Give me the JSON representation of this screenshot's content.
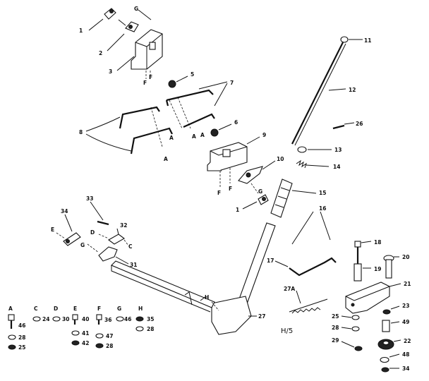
{
  "labels": {
    "n1a": "1",
    "g1": "G",
    "n2": "2",
    "n3": "3",
    "f1": "F",
    "f2": "F",
    "n5": "5",
    "n7": "7",
    "n8": "8",
    "a1": "A",
    "a2": "A",
    "a3": "A",
    "a4": "A",
    "n6": "6",
    "n9": "9",
    "n10": "10",
    "f3": "F",
    "f4": "F",
    "g2": "G",
    "n1b": "1",
    "n11": "11",
    "n12": "12",
    "n26": "26",
    "n13": "13",
    "n14": "14",
    "n15": "15",
    "n16": "16",
    "n17": "17",
    "n27a": "27A",
    "n18": "18",
    "n19": "19",
    "n20": "20",
    "n21": "21",
    "n23": "23",
    "n49a": "49",
    "n22": "22",
    "n48": "48",
    "n34b": "34",
    "n25b": "25",
    "n28b": "28",
    "n29": "29",
    "h5": "H/5",
    "n33": "33",
    "n34a": "34",
    "e1": "E",
    "d1": "D",
    "c1": "C",
    "n32": "32",
    "g3": "G",
    "n31": "31",
    "h1": "H",
    "n27": "27"
  },
  "legend": {
    "A": "A",
    "C": "C",
    "D": "D",
    "E": "E",
    "F": "F",
    "G": "G",
    "H": "H",
    "a46": "46",
    "a28": "28",
    "a25": "25",
    "c24": "24",
    "d30": "30",
    "e40": "40",
    "e41": "41",
    "e42": "42",
    "f36": "36",
    "f47": "47",
    "f28": "28",
    "g46": "46",
    "h35": "35",
    "h28": "28"
  }
}
